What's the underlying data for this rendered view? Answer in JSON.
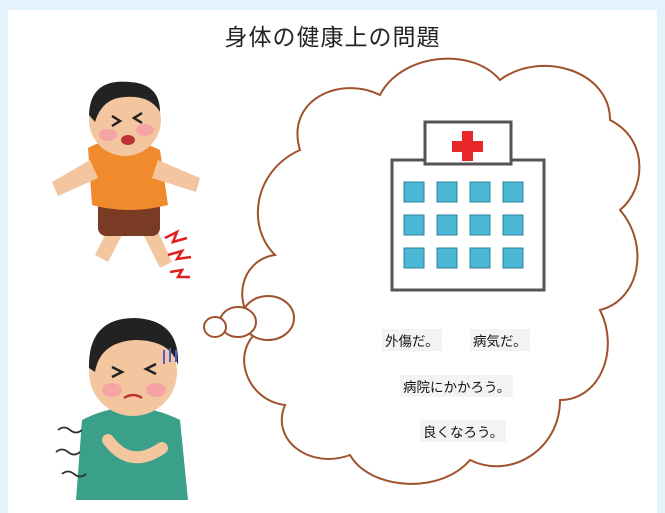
{
  "title": "身体の健康上の問題",
  "thought_bubble": {
    "line1_part1": "外傷だ。",
    "line1_part2": "病気だ。",
    "line2": "病院にかかろう。",
    "line3": "良くなろう。"
  },
  "colors": {
    "background": "#e4f3fb",
    "bubble_outline": "#a0522d",
    "cross": "#e8272b",
    "windows": "#4bb8d6"
  },
  "icons": [
    "injured-boy-icon",
    "sick-boy-icon",
    "hospital-icon"
  ]
}
